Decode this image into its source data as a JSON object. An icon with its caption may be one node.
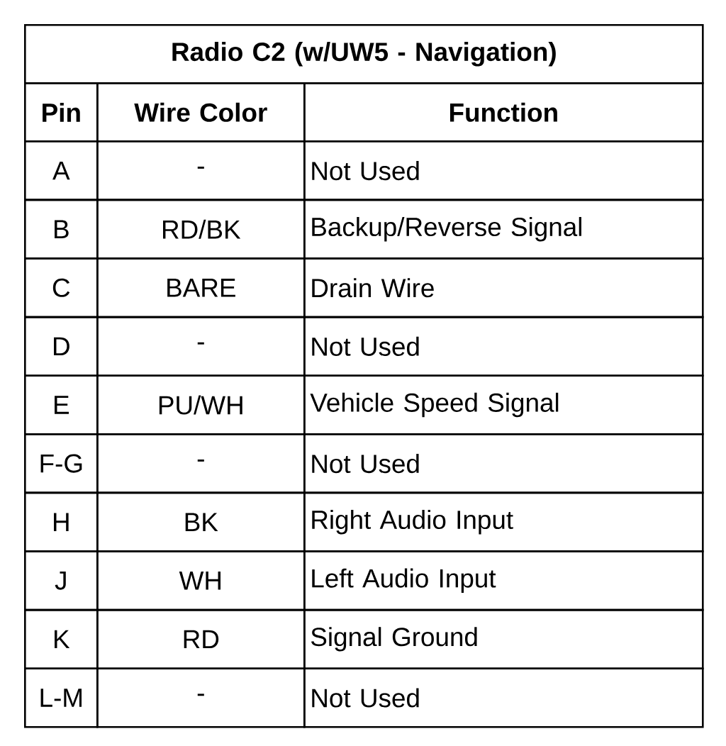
{
  "diagram": {
    "title": "Radio C2 (w/UW5 - Navigation)",
    "labels": [
      "Pin",
      "Wire Color",
      "Function",
      "A",
      "-",
      "Not Used",
      "B",
      "RD/BK",
      "Backup/Reverse Signal",
      "C",
      "BARE",
      "Drain Wire",
      "D",
      "-",
      "Not Used",
      "E",
      "PU/WH",
      "Vehicle Speed Signal",
      "F-G",
      "-",
      "Not Used",
      "H",
      "BK",
      "Right Audio Input",
      "J",
      "WH",
      "Left Audio Input",
      "K",
      "RD",
      "Signal Ground",
      "L-M",
      "-",
      "Not Used"
    ]
  }
}
